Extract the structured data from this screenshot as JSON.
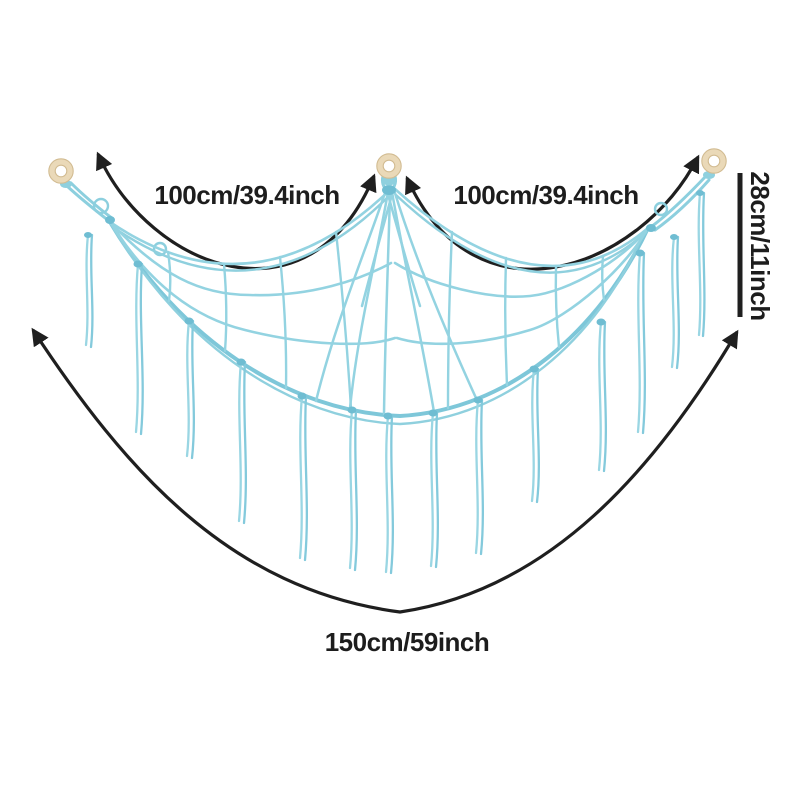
{
  "diagram": {
    "type": "product-dimension-diagram",
    "item": "macrame hanging hammock net with three wooden rings and fringe tassels",
    "labels": {
      "top_left_span": "100cm/39.4inch",
      "top_right_span": "100cm/39.4inch",
      "right_depth": "28cm/11inch",
      "bottom_span": "150cm/59inch"
    },
    "colors": {
      "background": "#ffffff",
      "net": "#93d3e1",
      "net_shade": "#7ec7d9",
      "ring_wood": "#ead9b8",
      "ring_outline": "#d2bc92",
      "annotation": "#1f1f1f"
    },
    "parts": [
      "left-wooden-ring",
      "center-wooden-ring",
      "right-wooden-ring",
      "mesh-net",
      "fringe-tassels"
    ]
  }
}
